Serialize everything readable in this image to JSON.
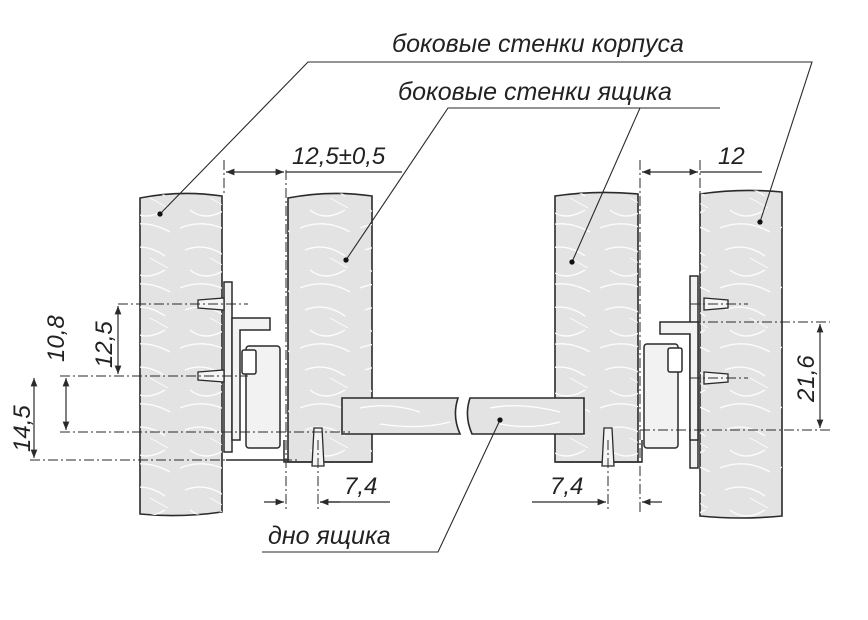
{
  "labels": {
    "cabinet_walls": "боковые стенки корпуса",
    "drawer_walls": "боковые стенки ящика",
    "drawer_bottom": "дно ящика"
  },
  "dimensions": {
    "gap_left": "12,5±0,5",
    "gap_right": "12",
    "offset_left": "7,4",
    "offset_right": "7,4",
    "height_10_8": "10,8",
    "height_12_5": "12,5",
    "height_14_5": "14,5",
    "height_21_6": "21,6"
  },
  "colors": {
    "panel_fill": "#e3e3e3",
    "line": "#2a2a2a",
    "grain": "#ffffff"
  }
}
